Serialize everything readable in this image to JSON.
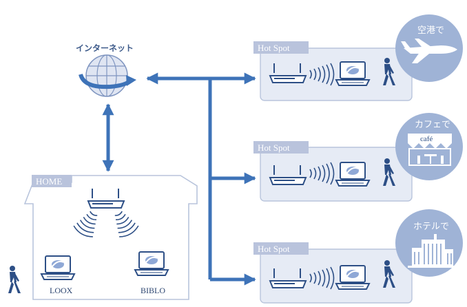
{
  "internet": {
    "label": "インターネット",
    "icon": "globe-icon"
  },
  "home": {
    "label": "HOME",
    "devices": [
      "LOOX",
      "BIBLO"
    ]
  },
  "hotspots": [
    {
      "label": "Hot Spot",
      "place": "空港で",
      "place_icon": "airplane-icon"
    },
    {
      "label": "Hot Spot",
      "place": "カフェで",
      "place_icon": "cafe-icon",
      "sign": "café"
    },
    {
      "label": "Hot Spot",
      "place": "ホテルで",
      "place_icon": "hotel-icon"
    }
  ],
  "colors": {
    "accent": "#3e73b8",
    "box_fill": "#e6ebf5",
    "box_stroke": "#b8c4dc",
    "tag_fill": "#b9c3dc",
    "circle_fill": "#9fb3d6",
    "device_dark": "#2d4f86"
  }
}
